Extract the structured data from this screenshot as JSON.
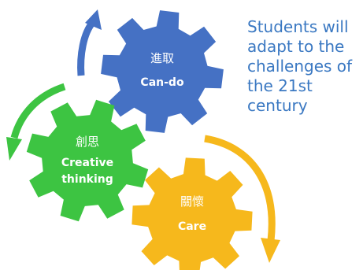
{
  "gears": [
    {
      "id": "top",
      "label_zh": "進取",
      "label_en": [
        "Can-do"
      ],
      "color": "#4571c4"
    },
    {
      "id": "left",
      "label_zh": "創思",
      "label_en": [
        "Creative",
        "thinking"
      ],
      "color": "#3dc442"
    },
    {
      "id": "bottom",
      "label_zh": "關懷",
      "label_en": [
        "Care"
      ],
      "color": "#f6b81c"
    }
  ],
  "caption_lines": [
    "Students will",
    "adapt to the",
    "challenges of",
    "the 21st",
    "century"
  ],
  "colors": {
    "blue_gear": "#4571c4",
    "green_gear": "#3dc442",
    "orange_gear": "#f6b81c",
    "caption_text": "#3a78c2"
  },
  "icons": [
    "cycle-arrow-blue",
    "cycle-arrow-green",
    "cycle-arrow-orange"
  ]
}
